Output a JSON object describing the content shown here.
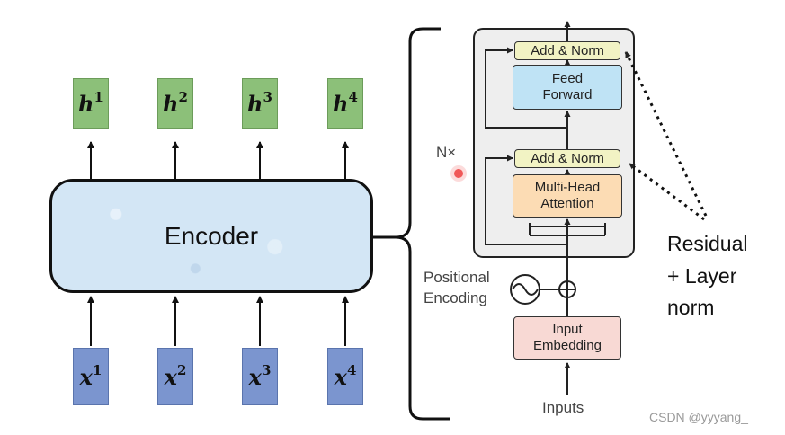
{
  "outputs": [
    {
      "sym": "h",
      "sup": "1"
    },
    {
      "sym": "h",
      "sup": "2"
    },
    {
      "sym": "h",
      "sup": "3"
    },
    {
      "sym": "h",
      "sup": "4"
    }
  ],
  "inputs_vec": [
    {
      "sym": "x",
      "sup": "1"
    },
    {
      "sym": "x",
      "sup": "2"
    },
    {
      "sym": "x",
      "sup": "3"
    },
    {
      "sym": "x",
      "sup": "4"
    }
  ],
  "encoder": {
    "label": "Encoder"
  },
  "transformer": {
    "add_norm_top": "Add & Norm",
    "feed_forward": [
      "Feed",
      "Forward"
    ],
    "add_norm_bottom": "Add & Norm",
    "multi_head": [
      "Multi-Head",
      "Attention"
    ],
    "nx": "N×",
    "positional": [
      "Positional",
      "Encoding"
    ],
    "input_embedding": [
      "Input",
      "Embedding"
    ],
    "inputs_label": "Inputs"
  },
  "annotation": {
    "lines": [
      "Residual",
      "+ Layer",
      "norm"
    ]
  },
  "watermark": "CSDN @yyyang_"
}
